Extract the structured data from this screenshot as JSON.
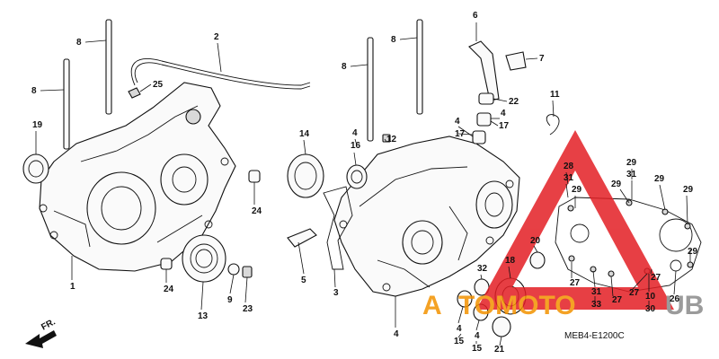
{
  "diagram": {
    "diagram_code": "MEB4-E1200C",
    "direction_label": "FR.",
    "watermark": {
      "text_left": "A",
      "text_mid": "TOMOTO",
      "text_right": "UB",
      "color_red": "#e31e24",
      "color_orange": "#f39200",
      "color_gray": "#8a8a8a"
    },
    "callouts": [
      {
        "id": "c8a",
        "label": "8"
      },
      {
        "id": "c8b",
        "label": "8"
      },
      {
        "id": "c2",
        "label": "2"
      },
      {
        "id": "c25",
        "label": "25"
      },
      {
        "id": "c19",
        "label": "19"
      },
      {
        "id": "c24a",
        "label": "24"
      },
      {
        "id": "c24b",
        "label": "24"
      },
      {
        "id": "c1",
        "label": "1"
      },
      {
        "id": "c13",
        "label": "13"
      },
      {
        "id": "c9",
        "label": "9"
      },
      {
        "id": "c23",
        "label": "23"
      },
      {
        "id": "c8c",
        "label": "8"
      },
      {
        "id": "c8d",
        "label": "8"
      },
      {
        "id": "c6",
        "label": "6"
      },
      {
        "id": "c7",
        "label": "7"
      },
      {
        "id": "c22",
        "label": "22"
      },
      {
        "id": "c4a",
        "label": "4"
      },
      {
        "id": "c17a",
        "label": "17"
      },
      {
        "id": "c4b",
        "label": "4"
      },
      {
        "id": "c17b",
        "label": "17"
      },
      {
        "id": "c11",
        "label": "11"
      },
      {
        "id": "c14",
        "label": "14"
      },
      {
        "id": "c4c",
        "label": "4"
      },
      {
        "id": "c12",
        "label": "12"
      },
      {
        "id": "c16",
        "label": "16"
      },
      {
        "id": "c5",
        "label": "5"
      },
      {
        "id": "c3",
        "label": "3"
      },
      {
        "id": "c4d",
        "label": "4"
      },
      {
        "id": "c28",
        "label": "28"
      },
      {
        "id": "c31a",
        "label": "31"
      },
      {
        "id": "c29a",
        "label": "29"
      },
      {
        "id": "c29b",
        "label": "29"
      },
      {
        "id": "c29c",
        "label": "29"
      },
      {
        "id": "c31b",
        "label": "31"
      },
      {
        "id": "c29d",
        "label": "29"
      },
      {
        "id": "c29e",
        "label": "29"
      },
      {
        "id": "c29f",
        "label": "29"
      },
      {
        "id": "c20",
        "label": "20"
      },
      {
        "id": "c18",
        "label": "18"
      },
      {
        "id": "c32",
        "label": "32"
      },
      {
        "id": "c27a",
        "label": "27"
      },
      {
        "id": "c27b",
        "label": "27"
      },
      {
        "id": "c27c",
        "label": "27"
      },
      {
        "id": "c27d",
        "label": "27"
      },
      {
        "id": "c31c",
        "label": "31"
      },
      {
        "id": "c33",
        "label": "33"
      },
      {
        "id": "c10",
        "label": "10"
      },
      {
        "id": "c30",
        "label": "30"
      },
      {
        "id": "c26",
        "label": "26"
      },
      {
        "id": "c4e",
        "label": "4"
      },
      {
        "id": "c15a",
        "label": "15"
      },
      {
        "id": "c4f",
        "label": "4"
      },
      {
        "id": "c15b",
        "label": "15"
      },
      {
        "id": "c21",
        "label": "21"
      }
    ]
  }
}
